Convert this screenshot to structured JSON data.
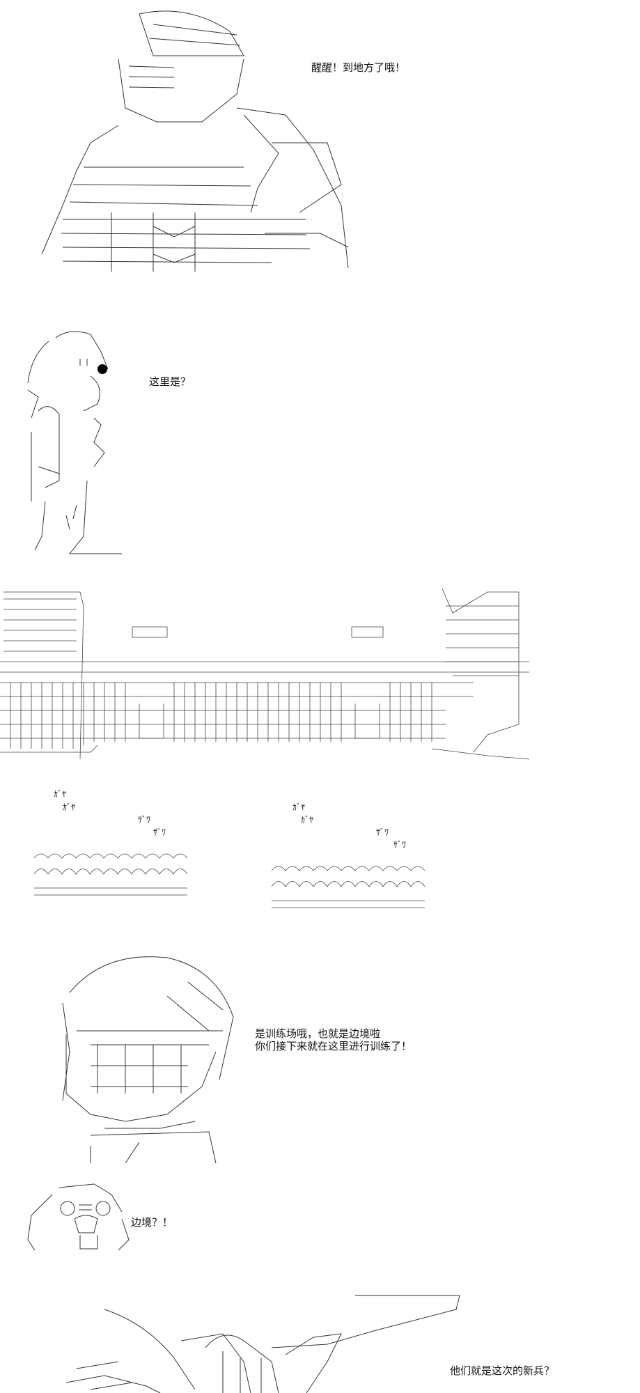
{
  "panels": [
    {
      "id": "p1",
      "character": "soldier",
      "line": "醒醒！到地方了哦！"
    },
    {
      "id": "p2",
      "character": "child",
      "line": "这里是？"
    },
    {
      "id": "p3",
      "scene": "fortress"
    },
    {
      "id": "p4",
      "scene": "crowd",
      "sfx_left": [
        "ｶﾞﾔ",
        "ｶﾞﾔ",
        "ｻﾞﾜ",
        "ｻﾞﾜ"
      ],
      "sfx_right": [
        "ｶﾞﾔ",
        "ｶﾞﾔ",
        "ｻﾞﾜ",
        "ｻﾞﾜ"
      ]
    },
    {
      "id": "p5",
      "character": "masked-officer",
      "lines": [
        "是训练场哦，也就是边境啦",
        "你们接下来就在这里进行训练了！"
      ]
    },
    {
      "id": "p6",
      "character": "shocked-face",
      "line": "边境？！"
    },
    {
      "id": "p7",
      "character": "commander",
      "line": "他们就是这次的新兵？"
    }
  ]
}
